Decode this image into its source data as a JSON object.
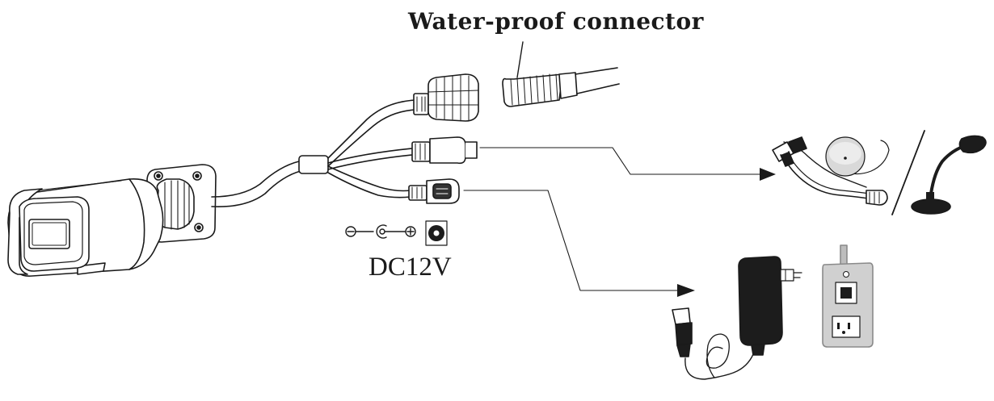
{
  "diagram": {
    "connector_label": "Water-proof connector",
    "power_label": "DC12V",
    "items": [
      "bullet-camera",
      "network-connector",
      "audio-connector",
      "power-connector",
      "microphone",
      "power-adapter",
      "power-strip"
    ],
    "colors": {
      "line": "#1a1a1a",
      "gray_light": "#d9d9d9",
      "gray_mid": "#bdbdbd",
      "dark": "#1c1c1c"
    }
  }
}
